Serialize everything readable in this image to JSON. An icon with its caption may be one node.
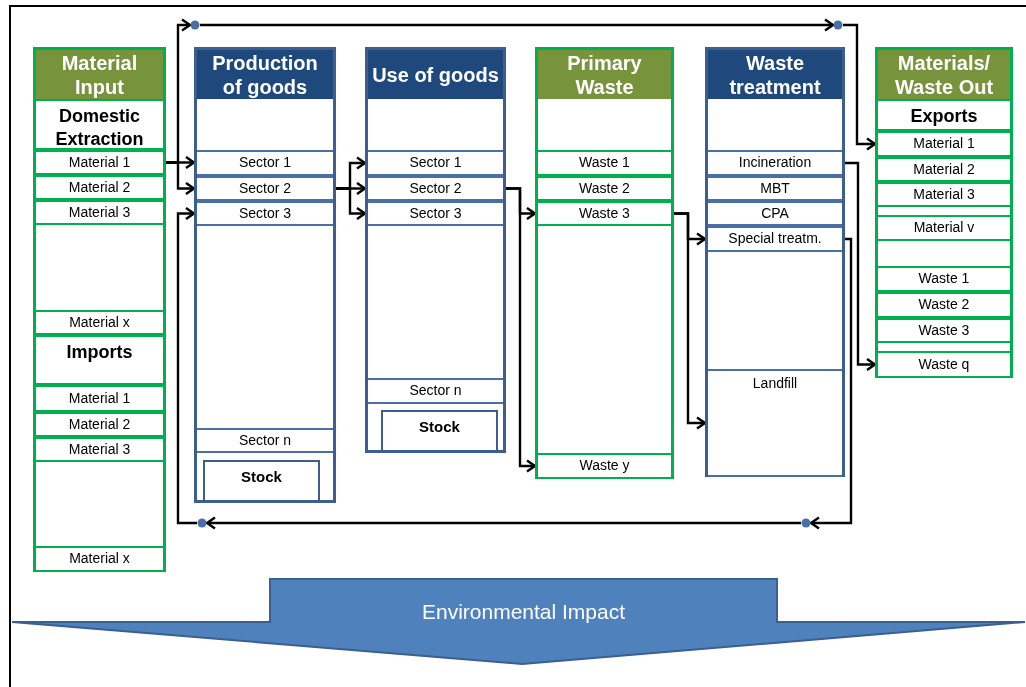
{
  "diagram": {
    "nodes": [
      {
        "text": [
          "Material Input"
        ]
      },
      {
        "text": [
          "Domestic Extraction"
        ],
        "in": 0
      },
      {
        "text": [
          "Material 1"
        ],
        "in": 0
      },
      {
        "text": [
          "Material 2"
        ],
        "in": 0
      },
      {
        "text": [
          "Material 3"
        ],
        "in": 0
      },
      {
        "text": [
          "Material x"
        ],
        "in": 0
      },
      {
        "text": [
          "Imports"
        ],
        "in": 0
      },
      {
        "text": [
          "Material 1"
        ],
        "in": 0
      },
      {
        "text": [
          "Material 2"
        ],
        "in": 0
      },
      {
        "text": [
          "Material 3"
        ],
        "in": 0
      },
      {
        "text": [
          "Material x"
        ],
        "in": 0
      },
      {
        "text": [
          "Production of goods"
        ]
      },
      {
        "text": [
          "Sector 1"
        ],
        "in": 11
      },
      {
        "text": [
          "Sector 2"
        ],
        "in": 11
      },
      {
        "text": [
          "Sector 3"
        ],
        "in": 11
      },
      {
        "text": [
          "Sector n"
        ],
        "in": 11
      },
      {
        "text": [
          "Stock"
        ],
        "in": 11
      },
      {
        "text": [
          "Use of goods"
        ]
      },
      {
        "text": [
          "Sector 1"
        ],
        "in": 17
      },
      {
        "text": [
          "Sector 2"
        ],
        "in": 17
      },
      {
        "text": [
          "Sector 3"
        ],
        "in": 17
      },
      {
        "text": [
          "Sector n"
        ],
        "in": 17
      },
      {
        "text": [
          "Stock"
        ],
        "in": 17
      },
      {
        "text": [
          "Primary Waste"
        ]
      },
      {
        "text": [
          "Waste 1"
        ],
        "in": 23
      },
      {
        "text": [
          "Waste 2"
        ],
        "in": 23
      },
      {
        "text": [
          "Waste 3"
        ],
        "in": 23
      },
      {
        "text": [
          "Waste y"
        ],
        "in": 23
      },
      {
        "text": [
          "Waste treatment"
        ]
      },
      {
        "text": [
          "Incineration"
        ],
        "in": 28
      },
      {
        "text": [
          "MBT"
        ],
        "in": 28
      },
      {
        "text": [
          "CPA"
        ],
        "in": 28
      },
      {
        "text": [
          "Special treatm."
        ],
        "in": 28
      },
      {
        "text": [
          "Landfill"
        ],
        "in": 28
      },
      {
        "text": [
          "Materials/ Waste Out"
        ]
      },
      {
        "text": [
          "Exports"
        ],
        "in": 34
      },
      {
        "text": [
          "Material 1"
        ],
        "in": 34
      },
      {
        "text": [
          "Material 2"
        ],
        "in": 34
      },
      {
        "text": [
          "Material 3"
        ],
        "in": 34
      },
      {
        "text": [
          "Material v"
        ],
        "in": 34
      },
      {
        "text": [
          "Waste 1"
        ],
        "in": 34
      },
      {
        "text": [
          "Waste 2"
        ],
        "in": 34
      },
      {
        "text": [
          "Waste 3"
        ],
        "in": 34
      },
      {
        "text": [
          "Waste q"
        ],
        "in": 34
      },
      {
        "text": [],
        "shape": "circle"
      },
      {
        "text": [],
        "shape": "circle"
      },
      {
        "text": [],
        "shape": "circle"
      },
      {
        "text": [],
        "shape": "circle"
      },
      {
        "text": [
          "Environmental Impact"
        ]
      }
    ],
    "edges": [
      {
        "from": 2,
        "to": 12,
        "arrow": "to"
      },
      {
        "from": 2,
        "to": 13,
        "arrow": "to"
      },
      {
        "from": 2,
        "to": 44,
        "arrow": "to"
      },
      {
        "from": 44,
        "to": 45,
        "arrow": "to"
      },
      {
        "from": 45,
        "to": 36,
        "arrow": "to"
      },
      {
        "from": 13,
        "to": 18,
        "arrow": "to"
      },
      {
        "from": 13,
        "to": 19,
        "arrow": "to"
      },
      {
        "from": 13,
        "to": 20,
        "arrow": "to"
      },
      {
        "from": 19,
        "to": 26,
        "arrow": "to"
      },
      {
        "from": 19,
        "to": 27,
        "arrow": "to"
      },
      {
        "from": 26,
        "to": 32,
        "arrow": "to"
      },
      {
        "from": 26,
        "to": 33,
        "arrow": "to"
      },
      {
        "from": 29,
        "to": 43,
        "arrow": "to"
      },
      {
        "from": 32,
        "to": 46,
        "arrow": "to"
      },
      {
        "from": 46,
        "to": 47,
        "arrow": "to"
      },
      {
        "from": 47,
        "to": 14,
        "arrow": "to"
      }
    ]
  }
}
